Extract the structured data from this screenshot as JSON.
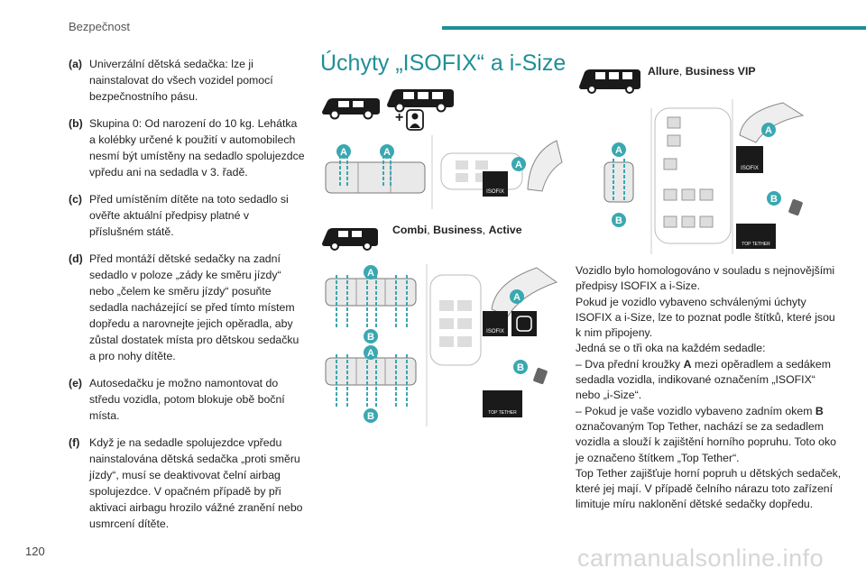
{
  "header": {
    "title": "Bezpečnost"
  },
  "page_number": "120",
  "watermark": "carmanualsonline.info",
  "notes": [
    {
      "label": "(a)",
      "text": "Univerzální dětská sedačka: lze ji nainstalovat do všech vozidel pomocí bezpečnostního pásu."
    },
    {
      "label": "(b)",
      "text": "Skupina 0: Od narození do 10 kg. Lehátka a kolébky určené k použití v automobilech nesmí být umístěny na sedadlo spolujezdce vpředu ani na sedadla v 3. řadě."
    },
    {
      "label": "(c)",
      "text": "Před umístěním dítěte na toto sedadlo si ověřte aktuální předpisy platné v příslušném státě."
    },
    {
      "label": "(d)",
      "text": "Před montáží dětské sedačky na zadní sedadlo v poloze „zády ke směru jízdy“ nebo „čelem ke směru jízdy“ posuňte sedadla nacházející se před tímto místem dopředu a narovnejte jejich opěradla, aby zůstal dostatek místa pro dětskou sedačku a pro nohy dítěte."
    },
    {
      "label": "(e)",
      "text": "Autosedačku je možno namontovat do středu vozidla, potom blokuje obě boční místa."
    },
    {
      "label": "(f)",
      "text": "Když je na sedadle spolujezdce vpředu nainstalována dětská sedačka „proti směru jízdy“, musí se deaktivovat čelní airbag spolujezdce. V opačném případě by při aktivaci airbagu hrozilo vážné zranění nebo usmrcení dítěte."
    }
  ],
  "section_title": "Úchyty „ISOFIX“ a i-Size",
  "variants": {
    "combi": [
      "Combi",
      "Business",
      "Active"
    ],
    "allure": [
      "Allure",
      "Business VIP"
    ]
  },
  "labels": {
    "a": "A",
    "b": "B",
    "isofix": "ISOFIX",
    "top_tether": "TOP TETHER"
  },
  "body_text": {
    "p1": "Vozidlo bylo homologováno v souladu s nejnovějšími předpisy ISOFIX a i-Size.",
    "p2": "Pokud je vozidlo vybaveno schválenými úchyty ISOFIX a i-Size, lze to poznat podle štítků, které jsou k nim připojeny.",
    "p3": "Jedná se o tři oka na každém sedadle:",
    "p4_a": "–  Dva přední kroužky ",
    "p4_letter": "A",
    "p4_b": " mezi opěradlem a sedákem sedadla vozidla, indikované označením „ISOFIX“ nebo „i-Size“.",
    "p5_a": "–  Pokud je vaše vozidlo vybaveno zadním okem ",
    "p5_letter": "B",
    "p5_b": " označovaným Top Tether, nachází se za sedadlem vozidla a slouží k zajištění horního popruhu. Toto oko je označeno štítkem „Top Tether“.",
    "p6": "Top Tether zajišťuje horní popruh u dětských sedaček, které jej mají. V případě čelního nárazu toto zařízení limituje míru naklonění dětské sedačky dopředu."
  },
  "colors": {
    "accent": "#1f8f97",
    "badge": "#3aa8b0",
    "dark": "#1a1a1a"
  }
}
